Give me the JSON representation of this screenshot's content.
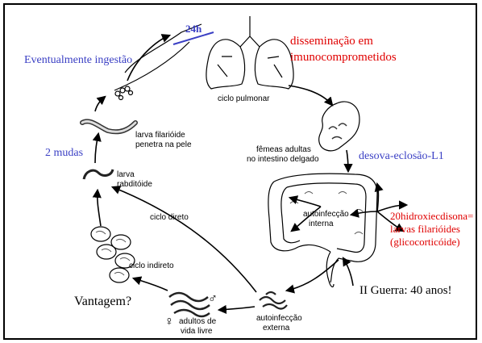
{
  "labels": {
    "ciclo_pulmonar": "ciclo pulmonar",
    "femeas_1": "fêmeas adultas",
    "femeas_2": "no intestino delgado",
    "autoinf_int_1": "autoinfecção",
    "autoinf_int_2": "interna",
    "autoinf_ext_1": "autoinfecção",
    "autoinf_ext_2": "externa",
    "adultos_1": "adultos de",
    "adultos_2": "vida livre",
    "ciclo_indireto": "ciclo indireto",
    "ciclo_direto": "ciclo direto",
    "larva_rab_1": "larva",
    "larva_rab_2": "rabditóide",
    "larva_fil_1": "larva filarióide",
    "larva_fil_2": "penetra na pele",
    "male_symbol": "♂",
    "female_symbol": "♀"
  },
  "annotations": {
    "t24h": "24h",
    "ingestao": "Eventualmente ingestão",
    "dissem_1": "disseminação em",
    "dissem_2": "imunocomprometidos",
    "desova": "desova-eclosão-L1",
    "hidroxi_1": "20hidroxiecdisona=",
    "hidroxi_2": "larvas filarióides",
    "hidroxi_3": "(glicocorticóide)",
    "mudas": "2 mudas",
    "vantagem": "Vantagem?",
    "guerra": "II Guerra: 40 anos!"
  },
  "colors": {
    "blue": "#3a3fc4",
    "red": "#e00000",
    "black": "#000000"
  }
}
